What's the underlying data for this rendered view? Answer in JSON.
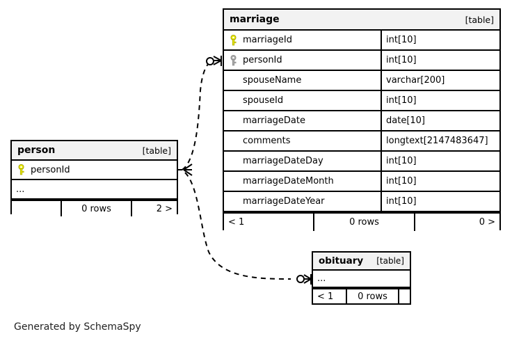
{
  "diagram": {
    "generator_note": "Generated by SchemaSpy",
    "colors": {
      "primary_key": "#e8e800",
      "foreign_key": "#9a9a9a",
      "header_bg": "#f2f2f2",
      "border": "#000000",
      "background": "#ffffff"
    }
  },
  "tables": {
    "marriage": {
      "name": "marriage",
      "tag": "[table]",
      "columns": [
        {
          "icon": "primary-key-icon",
          "name": "marriageId",
          "type": "int[10]"
        },
        {
          "icon": "foreign-key-icon",
          "name": "personId",
          "type": "int[10]"
        },
        {
          "icon": "none",
          "name": "spouseName",
          "type": "varchar[200]"
        },
        {
          "icon": "none",
          "name": "spouseId",
          "type": "int[10]"
        },
        {
          "icon": "none",
          "name": "marriageDate",
          "type": "date[10]"
        },
        {
          "icon": "none",
          "name": "comments",
          "type": "longtext[2147483647]"
        },
        {
          "icon": "none",
          "name": "marriageDateDay",
          "type": "int[10]"
        },
        {
          "icon": "none",
          "name": "marriageDateMonth",
          "type": "int[10]"
        },
        {
          "icon": "none",
          "name": "marriageDateYear",
          "type": "int[10]"
        }
      ],
      "footer": {
        "parents": "< 1",
        "rows": "0 rows",
        "children": "0 >"
      }
    },
    "person": {
      "name": "person",
      "tag": "[table]",
      "columns": [
        {
          "icon": "primary-key-icon",
          "name": "personId",
          "type": ""
        }
      ],
      "more_columns": "...",
      "footer": {
        "parents": "",
        "rows": "0 rows",
        "children": "2 >"
      }
    },
    "obituary": {
      "name": "obituary",
      "tag": "[table]",
      "more_columns": "...",
      "footer": {
        "parents": "< 1",
        "rows": "0 rows",
        "children": ""
      }
    }
  },
  "relationships": [
    {
      "name": "person-to-marriage",
      "from": "person",
      "to": "marriage",
      "from_cardinality": "crows-foot",
      "to_cardinality": "zero-or-more",
      "line_style": "dashed"
    },
    {
      "name": "person-to-obituary",
      "from": "person",
      "to": "obituary",
      "from_cardinality": "crows-foot",
      "to_cardinality": "zero-or-more",
      "line_style": "dashed"
    }
  ]
}
